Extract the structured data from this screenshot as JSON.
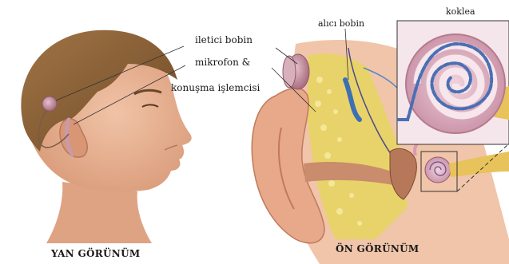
{
  "labels": {
    "transmitter_coil": "iletici bobin",
    "microphone_line1": "mikrofon &",
    "microphone_line2": "konuşma işlemcisi",
    "receiver_coil": "alıcı bobin",
    "cochlea": "koklea"
  },
  "captions": {
    "side_view": "YAN GÖRÜNÜM",
    "front_view": "ÖN GÖRÜNÜM"
  },
  "colors": {
    "skin": "#e8b394",
    "skin_shadow": "#c98c6c",
    "hair": "#8a6238",
    "hair_dark": "#6a4726",
    "device": "#c99aa8",
    "ear_canal": "#f2d24a",
    "bone": "#e9d98a",
    "nerve": "#3c6fb4",
    "cochlea_wall": "#c68aa0",
    "leader_line": "#333333"
  }
}
